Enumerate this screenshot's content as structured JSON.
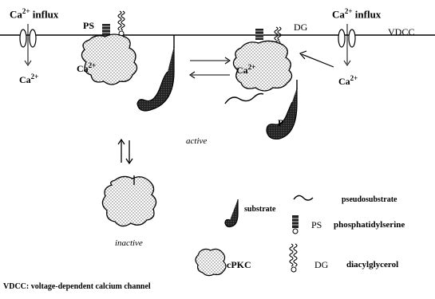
{
  "diagram": {
    "ca_influx_left": "Ca",
    "ca_influx_left_sup": "2+",
    "ca_influx_left_tail": " influx",
    "ca_influx_right": "Ca",
    "ca_influx_right_sup": "2+",
    "ca_influx_right_tail": " influx",
    "ps_label": "PS",
    "dg_label": "DG",
    "vdcc_label": "VDCC",
    "ca_left_below": "Ca",
    "ca_left_below_sup": "2+",
    "ca_right_below": "Ca",
    "ca_right_below_sup": "2+",
    "ca_bound_left": "Ca",
    "ca_bound_left_sup": "2+",
    "ca_bound_right": "Ca",
    "ca_bound_right_sup": "2+",
    "p_label": "P",
    "active_label": "active",
    "inactive_label": "inactive"
  },
  "legend": {
    "substrate": "substrate",
    "pseudosubstrate": "pseudosubstrate",
    "ps_abbr": "PS",
    "ps_full": "phosphatidylserine",
    "cpkc": "cPKC",
    "dg_abbr": "DG",
    "dg_full": "diacylglycerol"
  },
  "footnote": "VDCC: voltage-dependent calcium channel",
  "colors": {
    "stroke": "#000000",
    "stipple": "#9a9a9a",
    "background": "#ffffff"
  }
}
